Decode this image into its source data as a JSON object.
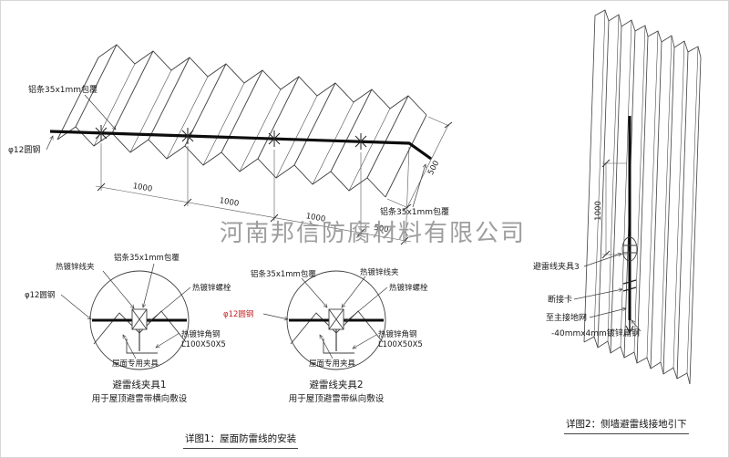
{
  "watermark": "河南邦信防腐材料有限公司",
  "colors": {
    "red_label": "#c22525",
    "watermark_gray": "#8e8e8e",
    "line": "#3f3f3f"
  },
  "roof_detail": {
    "label_strip_top": "铝条35x1mm包覆",
    "label_round_steel": "φ12圆钢",
    "label_strip_bottom": "铝条35x1mm包覆",
    "dims": {
      "d1": "1000",
      "d2": "1000",
      "d3": "1000",
      "d4": "500",
      "d5": "500"
    },
    "caption": "详图1：屋面防雷线的安装"
  },
  "clamp1": {
    "title": "避雷线夹具1",
    "subtitle": "用于屋顶避雷带横向敷设",
    "labels": {
      "wire_clip": "热镀锌线夹",
      "strip": "铝条35x1mm包覆",
      "bolt": "热镀锌螺栓",
      "round_steel": "φ12圆钢",
      "angle_steel": "热镀锌角钢",
      "angle_spec": "L100X50X5",
      "roof_clamp": "屋面专用夹具"
    }
  },
  "clamp2": {
    "title": "避雷线夹具2",
    "subtitle": "用于屋顶避雷带纵向敷设",
    "labels": {
      "strip": "铝条35x1mm包覆",
      "wire_clip": "热镀锌线夹",
      "bolt": "热镀锌螺栓",
      "round_steel": "φ12圆钢",
      "angle_steel": "热镀锌角钢",
      "angle_spec": "L100X50X5",
      "roof_clamp": "屋面专用夹具"
    }
  },
  "wall_detail": {
    "dim": "1000",
    "labels": {
      "clamp3": "避雷线夹具3",
      "disconnect": "断接卡",
      "to_ground": "至主接地网",
      "flat_steel": "-40mmx4mm镀锌扁钢"
    },
    "caption": "详图2：侧墙避雷线接地引下"
  }
}
